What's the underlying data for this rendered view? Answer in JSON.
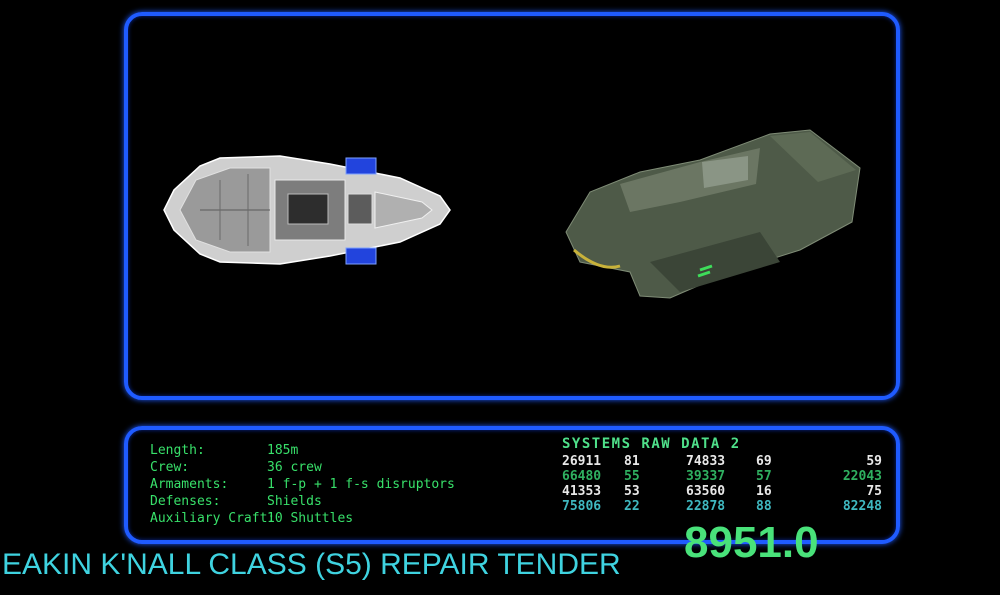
{
  "specs": [
    {
      "label": "Length:",
      "value": "185m"
    },
    {
      "label": "Crew:",
      "value": "36 crew"
    },
    {
      "label": "Armaments:",
      "value": "1 f-p + 1 f-s disruptors"
    },
    {
      "label": "Defenses:",
      "value": "Shields"
    },
    {
      "label": "Auxiliary Craft:",
      "value": "10 Shuttles"
    }
  ],
  "systems": {
    "title": "SYSTEMS RAW DATA 2",
    "rows": [
      {
        "cells": [
          "26911",
          "81",
          "74833",
          "69",
          "59"
        ],
        "color": "#e8e8e8"
      },
      {
        "cells": [
          "66480",
          "55",
          "39337",
          "57",
          "22043"
        ],
        "color": "#2fb060"
      },
      {
        "cells": [
          "41353",
          "53",
          "63560",
          "16",
          "75"
        ],
        "color": "#e8e8e8"
      },
      {
        "cells": [
          "75806",
          "22",
          "22878",
          "88",
          "82248"
        ],
        "color": "#3fb8c0"
      }
    ]
  },
  "ship_title": "EAKIN K'NALL CLASS (S5) REPAIR TENDER",
  "counter": "8951.0",
  "colors": {
    "frame": "#1f5bff",
    "spec_text": "#38e06a",
    "title": "#3fd3e0",
    "counter": "#49e27a"
  }
}
